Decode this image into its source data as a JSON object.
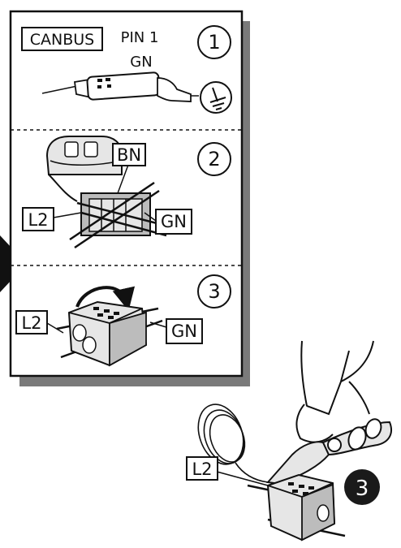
{
  "panel": {
    "canbus_label": "CANBUS",
    "pin_label": "PIN 1",
    "pin_color": "GN",
    "steps": [
      {
        "number": "1"
      },
      {
        "number": "2",
        "wire_labels": {
          "top": "BN",
          "left": "L2",
          "right": "GN"
        }
      },
      {
        "number": "3",
        "wire_labels": {
          "left": "L2",
          "right": "GN"
        }
      }
    ]
  },
  "outside": {
    "wire_label": "L2",
    "step_badge": "3"
  },
  "colors": {
    "line": "#111111",
    "shadow": "#7a7a7a",
    "badge_fill": "#1a1a1a",
    "connector_fill": "#e6e6e6",
    "connector_shade": "#bcbcbc"
  },
  "icons": [
    "voltage-tester-icon",
    "ground-icon",
    "wire-stripper-hand-icon",
    "wire-coil-icon",
    "arrow-icon"
  ]
}
